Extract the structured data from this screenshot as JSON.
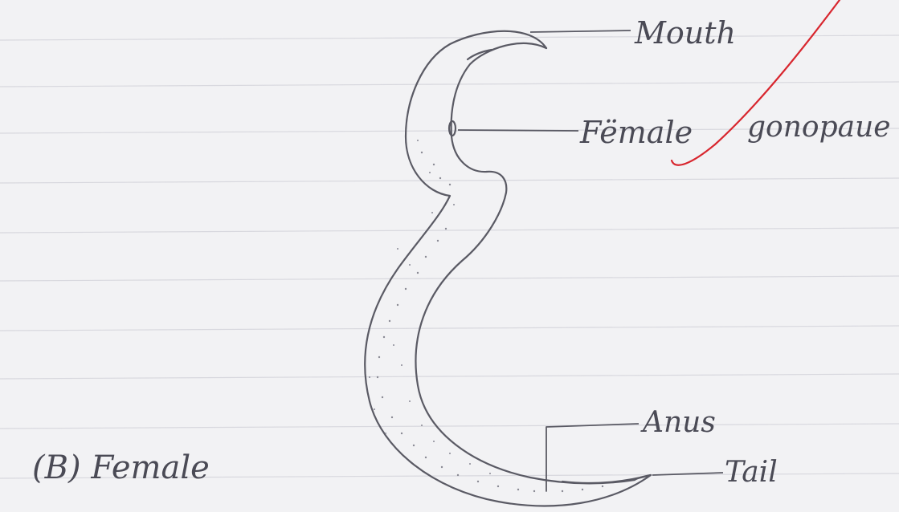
{
  "diagram": {
    "labels": {
      "mouth": "Mouth",
      "female_gonopore_part1": "Fëmale",
      "female_gonopore_part2": "gonopaue",
      "anus": "Anus",
      "tail": "Tail"
    },
    "caption": "(B) Female"
  },
  "colors": {
    "paper": "#f2f2f4",
    "ruled_line": "#d6d6dc",
    "pencil": "#5a5a64",
    "red_tick": "#d8262e"
  }
}
